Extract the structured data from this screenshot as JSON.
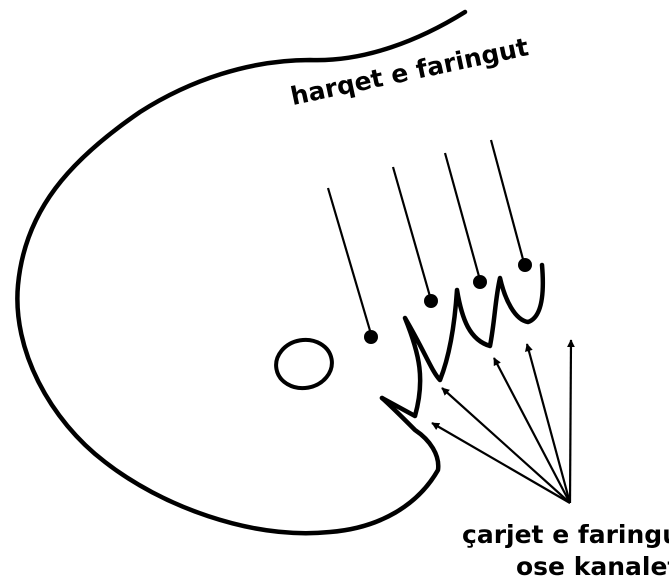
{
  "labels": {
    "arches": "harqet e faringut",
    "clefts_line1": "çarjet e faringut",
    "clefts_line2": "ose kanalet"
  },
  "colors": {
    "stroke": "#000000",
    "background": "#ffffff"
  }
}
